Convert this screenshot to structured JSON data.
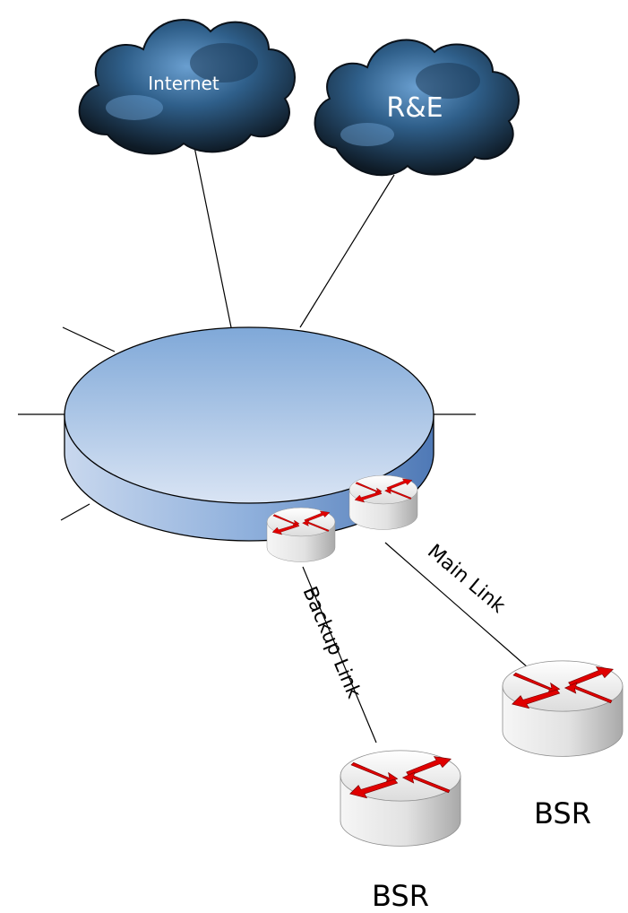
{
  "clouds": [
    {
      "id": "internet",
      "label": "Internet"
    },
    {
      "id": "re",
      "label": "R&E"
    }
  ],
  "links": {
    "main": "Main Link",
    "backup": "Backup Link"
  },
  "routers": [
    {
      "id": "bsr-right",
      "label": "BSR"
    },
    {
      "id": "bsr-bottom",
      "label": "BSR"
    }
  ],
  "colors": {
    "cloud_dark": "#12222f",
    "cloud_light": "#4f86b8",
    "backbone_top": "#a9c3e6",
    "backbone_side": "#5f88c2",
    "router_body": "#e6e6e6",
    "arrow_red": "#e00000"
  }
}
